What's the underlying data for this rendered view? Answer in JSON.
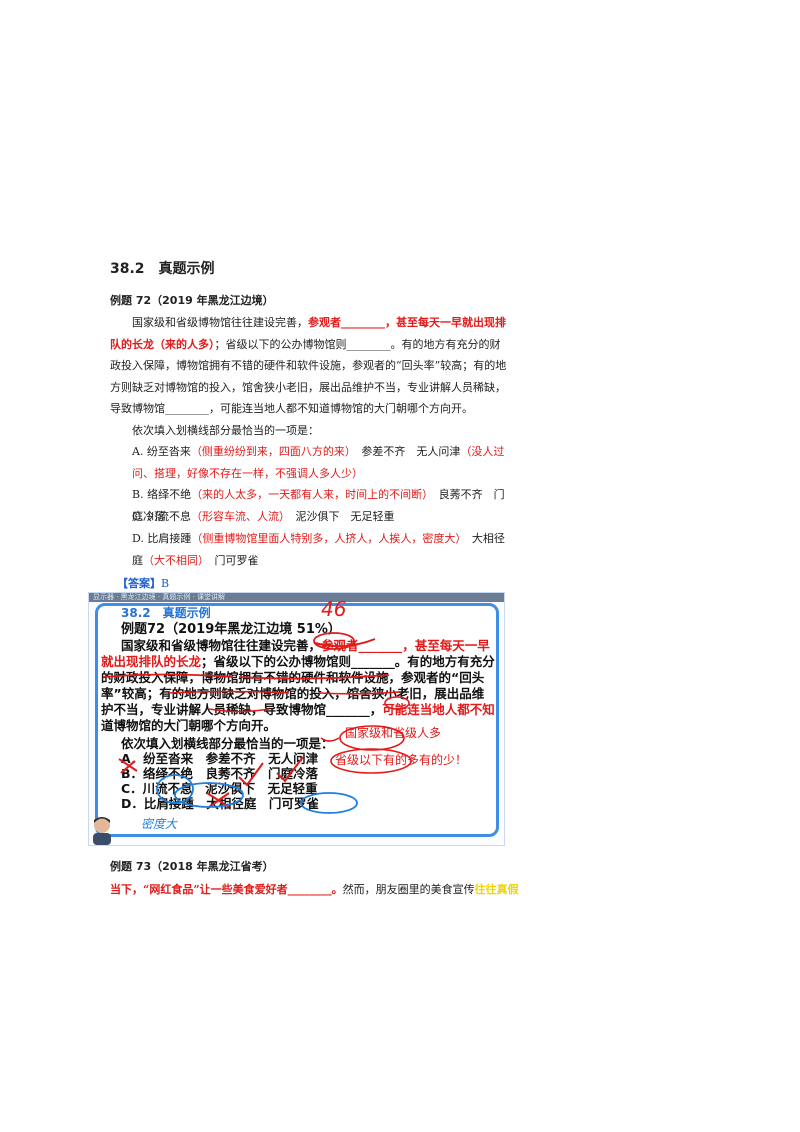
{
  "section_title": "38.2　真题示例",
  "example72": {
    "heading": "例题 72（2019 年黑龙江边境）",
    "p1_a": "国家级和省级博物馆往往建设完善，",
    "p1_red1": "参观者________，甚至每天一早就出现排队的长龙（来的人多）",
    "p1_b": "；省级以下的公办博物馆则________。有的地方有充分的财政投入保障，博物馆拥有不错的硬件和软件设施，参观者的“回头率”较高；有的地方则缺乏对博物馆的投入，馆舍狭小老旧，展出品维护不当，专业讲解人员稀缺，导致博物馆________，可能连当地人都不知道博物馆的大门朝哪个方向开。",
    "p2": "依次填入划横线部分最恰当的一项是：",
    "options": [
      {
        "label": "A. 纷至沓来",
        "note": "（侧重纷纷到来，四面八方的来）",
        "rest": "　参差不齐　无人问津",
        "note2": "（没人过问、搭理，好像不存在一样，不强调人多人少）"
      },
      {
        "label": "B. 络绎不绝",
        "note": "（来的人太多，一天都有人来，时间上的不间断）",
        "rest": "　良莠不齐　门庭冷落",
        "note2": ""
      },
      {
        "label": "C. 川流不息",
        "note": "（形容车流、人流）",
        "rest": "　泥沙俱下　无足轻重",
        "note2": ""
      },
      {
        "label": "D. 比肩接踵",
        "note": "（侧重博物馆里面人特别多，人挤人，人挨人，密度大）",
        "rest": "　大相径庭",
        "note2": "（大不相同）",
        "tail": "　门可罗雀"
      }
    ],
    "answer_label": "【答案】",
    "answer_value": "B"
  },
  "screenshot": {
    "topbar": "显示器 · 黑龙江边境 · 真题示例 · 课堂讲解",
    "section": "38.2　真题示例",
    "title": "例题72（2019年黑龙江边境 51%）",
    "line1_a": "国家级和省级博物馆往往建设完善，",
    "line1_b": "参观者_______，甚至每天一早",
    "line2_red": "就出现排队的长龙",
    "line2_b": "；省级以下的公办博物馆则_______。有的地方有充分",
    "line3": "的财政投入保障，博物馆拥有不错的硬件和软件设施，参观者的“回头",
    "line4": "率”较高；有的地方则缺乏对博物馆的投入，馆舍狭小老旧，展出品维",
    "line5_a": "护不当，专业讲解人员稀缺，导致博物馆_______，",
    "line5_b": "可能连当地人都不知",
    "line6": "道博物馆的大门朝哪个方向开。",
    "line7": "依次填入划横线部分最恰当的一项是：",
    "opt_a": "A．纷至沓来　参差不齐　无人问津",
    "opt_b": "B．络绎不绝　良莠不齐　门庭冷落",
    "opt_c": "C．川流不息　泥沙俱下　无足轻重",
    "opt_d": "D．比肩接踵　大相径庭　门可罗雀",
    "ink_46": "46",
    "ink_note1": "国家级和省级人多",
    "ink_note2": "省级以下有的多有的少！",
    "ink_blue": "密度大"
  },
  "example73": {
    "heading": "例题 73（2018 年黑龙江省考）",
    "line_red": "当下，“网红食品”让一些美食爱好者________。",
    "line_b": "然而，朋友圈里的美食宣传",
    "line_hl": "往往真假"
  }
}
